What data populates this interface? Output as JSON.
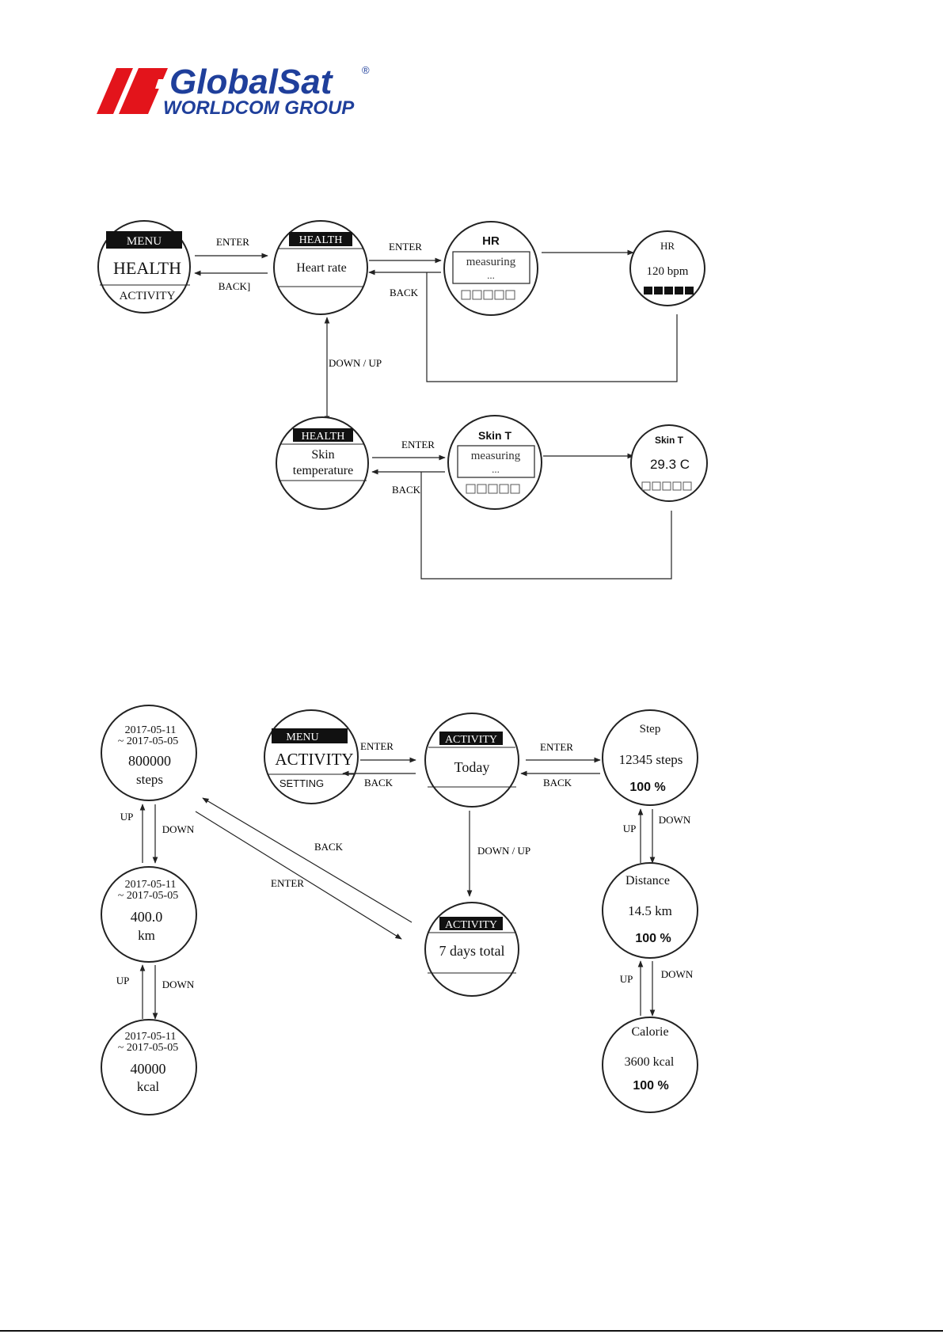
{
  "logo": {
    "brand_top": "GlobalSat",
    "brand_bottom": "WORLDCOM GROUP",
    "registered_mark": "®",
    "colors": {
      "red": "#e3141b",
      "blue": "#1f3f9b"
    }
  },
  "health_flow": {
    "menu_screen": {
      "header": "MENU",
      "main": "HEALTH",
      "sub": "ACTIVITY"
    },
    "hr_list_screen": {
      "header": "HEALTH",
      "main": "Heart rate"
    },
    "hr_measuring_screen": {
      "title": "HR",
      "box_line1": "measuring",
      "box_line2": "..."
    },
    "hr_result_screen": {
      "title": "HR",
      "value": "120 bpm"
    },
    "skin_list_screen": {
      "header": "HEALTH",
      "line1": "Skin",
      "line2": "temperature"
    },
    "skin_measuring_screen": {
      "title": "Skin T",
      "box_line1": "measuring",
      "box_line2": "..."
    },
    "skin_result_screen": {
      "title": "Skin T",
      "value": "29.3 C"
    },
    "labels": {
      "enter_1": "ENTER",
      "back_1": "BACK]",
      "enter_2": "ENTER",
      "back_2": "BACK",
      "down_up": "DOWN / UP",
      "enter_3": "ENTER",
      "back_3": "BACK"
    }
  },
  "activity_flow": {
    "menu_screen": {
      "header": "MENU",
      "main": "ACTIVITY",
      "sub": "SETTING"
    },
    "today_screen": {
      "header": "ACTIVITY",
      "main": "Today"
    },
    "week_screen": {
      "header": "ACTIVITY",
      "main": "7 days total"
    },
    "step_screen": {
      "title": "Step",
      "value": "12345 steps",
      "percent": "100 %"
    },
    "distance_screen": {
      "title": "Distance",
      "value": "14.5 km",
      "percent": "100 %"
    },
    "calorie_screen": {
      "title": "Calorie",
      "value": "3600 kcal",
      "percent": "100 %"
    },
    "week_steps_screen": {
      "date1": "2017-05-11",
      "date2": "~ 2017-05-05",
      "value": "800000",
      "unit": "steps"
    },
    "week_distance_screen": {
      "date1": "2017-05-11",
      "date2": "~ 2017-05-05",
      "value": "400.0",
      "unit": "km"
    },
    "week_calorie_screen": {
      "date1": "2017-05-11",
      "date2": "~ 2017-05-05",
      "value": "40000",
      "unit": "kcal"
    },
    "labels": {
      "enter_menu": "ENTER",
      "back_menu": "BACK",
      "enter_step": "ENTER",
      "back_step": "BACK",
      "down_up": "DOWN / UP",
      "back_diag": "BACK",
      "enter_diag": "ENTER",
      "up_1": "UP",
      "down_1": "DOWN",
      "up_2": "UP",
      "down_2": "DOWN",
      "up_r1": "UP",
      "down_r1": "DOWN",
      "up_r2": "UP",
      "down_r2": "DOWN"
    }
  }
}
